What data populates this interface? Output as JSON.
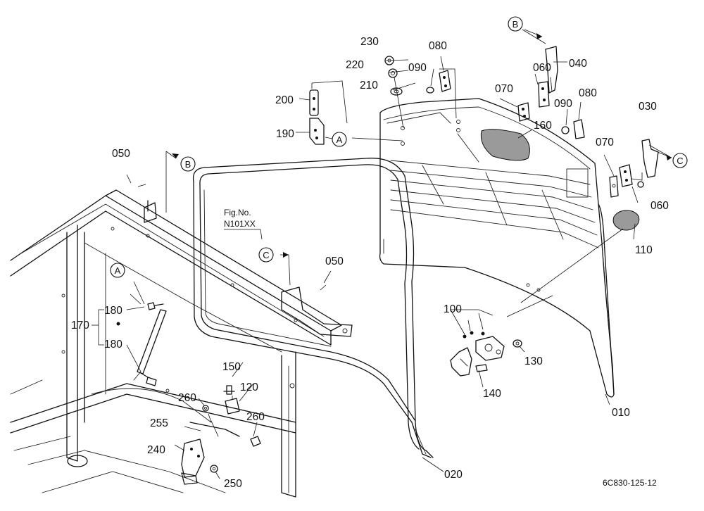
{
  "parts": [
    {
      "id": "p010",
      "label": "010"
    },
    {
      "id": "p020",
      "label": "020"
    },
    {
      "id": "p030",
      "label": "030"
    },
    {
      "id": "p040",
      "label": "040"
    },
    {
      "id": "p050a",
      "label": "050"
    },
    {
      "id": "p050b",
      "label": "050"
    },
    {
      "id": "p060a",
      "label": "060"
    },
    {
      "id": "p060b",
      "label": "060"
    },
    {
      "id": "p070a",
      "label": "070"
    },
    {
      "id": "p070b",
      "label": "070"
    },
    {
      "id": "p080a",
      "label": "080"
    },
    {
      "id": "p080b",
      "label": "080"
    },
    {
      "id": "p090a",
      "label": "090"
    },
    {
      "id": "p090b",
      "label": "090"
    },
    {
      "id": "p100",
      "label": "100"
    },
    {
      "id": "p110",
      "label": "110"
    },
    {
      "id": "p120",
      "label": "120"
    },
    {
      "id": "p130",
      "label": "130"
    },
    {
      "id": "p140",
      "label": "140"
    },
    {
      "id": "p150",
      "label": "150"
    },
    {
      "id": "p160",
      "label": "160"
    },
    {
      "id": "p170",
      "label": "170"
    },
    {
      "id": "p180a",
      "label": "180"
    },
    {
      "id": "p180b",
      "label": "180"
    },
    {
      "id": "p190",
      "label": "190"
    },
    {
      "id": "p200",
      "label": "200"
    },
    {
      "id": "p210",
      "label": "210"
    },
    {
      "id": "p220",
      "label": "220"
    },
    {
      "id": "p230",
      "label": "230"
    },
    {
      "id": "p240",
      "label": "240"
    },
    {
      "id": "p250",
      "label": "250"
    },
    {
      "id": "p255",
      "label": "255"
    },
    {
      "id": "p260a",
      "label": "260"
    },
    {
      "id": "p260b",
      "label": "260"
    }
  ],
  "refs": {
    "a1": "A",
    "a2": "A",
    "b1": "B",
    "b2": "B",
    "c1": "C",
    "c2": "C"
  },
  "fig_ref": {
    "line1": "Fig.No.",
    "line2": "N101XX"
  },
  "drawing_code": "6C830-125-12"
}
